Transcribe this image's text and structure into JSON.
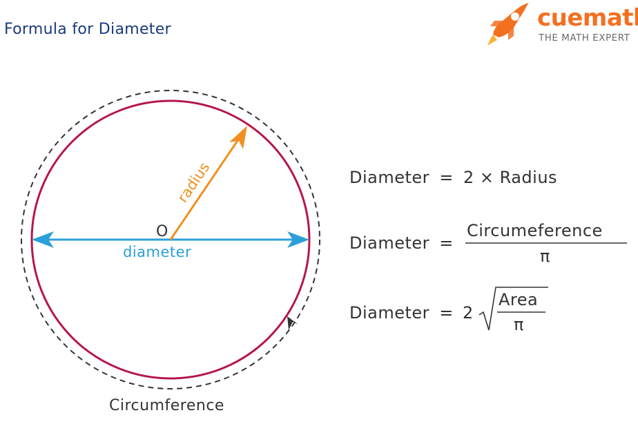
{
  "title": "Formula for Diameter",
  "brand": {
    "name_part1": "cue",
    "name_part2": "math",
    "tagline": "THE MATH EXPERT",
    "primary_color": "#f37021",
    "icon": "rocket-icon"
  },
  "diagram": {
    "center_label": "O",
    "radius_label": "radius",
    "diameter_label": "diameter",
    "circumference_label": "Circumference",
    "circle_color": "#b5174a",
    "radius_color": "#f0901e",
    "diameter_color": "#2b9fd8"
  },
  "formulas": {
    "f1": {
      "lhs": "Diameter",
      "eq": "=",
      "rhs": "2 × Radius"
    },
    "f2": {
      "lhs": "Diameter",
      "eq": "=",
      "numerator": "Circumeference",
      "denominator": "π"
    },
    "f3": {
      "lhs": "Diameter",
      "eq": "=",
      "coefficient": "2",
      "numerator": "Area",
      "denominator": "π"
    }
  }
}
